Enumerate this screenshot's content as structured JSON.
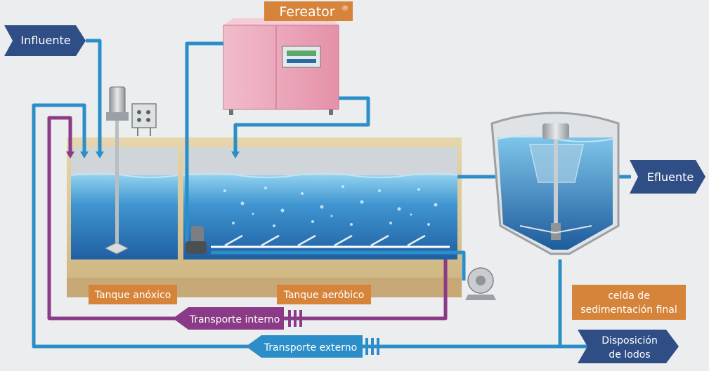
{
  "brand": {
    "name": "Fereator",
    "mark": "®"
  },
  "labels": {
    "influent": "Influente",
    "effluent": "Efluente",
    "anoxic_tank": "Tanque anóxico",
    "aerobic_tank": "Tanque aeróbico",
    "internal_transport": "Transporte interno",
    "external_transport": "Transporte externo",
    "settling_cell": [
      "celda de",
      "sedimentación final"
    ],
    "sludge_disposal": [
      "Disposición",
      "de lodos"
    ]
  },
  "colors": {
    "pipe": "#2b8ec9",
    "recirculation": "#8a3a86",
    "label_fill": "#d6843a",
    "arrow_fill": "#2f4e86",
    "water": "#2f7fc0",
    "soil": "#d6c499",
    "device": "#e8a2b4"
  }
}
